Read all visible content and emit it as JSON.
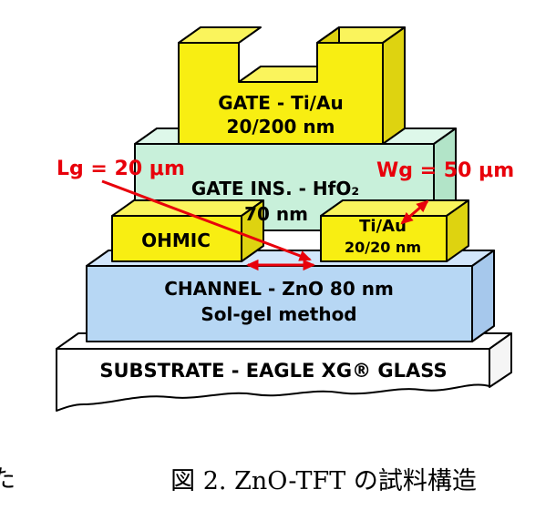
{
  "figure": {
    "caption": "図 2.  ZnO-TFT の試料構造",
    "margin_text": "た"
  },
  "diagram": {
    "colors": {
      "outline": "#000000",
      "yellow_front": "#f8ee12",
      "yellow_top": "#faf45c",
      "yellow_side": "#ded310",
      "green_front": "#c8f0da",
      "green_top": "#def8ea",
      "green_side": "#b2e4c8",
      "blue_front": "#b7d7f4",
      "blue_top": "#d2e6fb",
      "blue_side": "#a6c8ec",
      "substrate_front": "#ffffff",
      "substrate_top": "#ffffff",
      "substrate_side": "#f5f5f5",
      "annotation_red": "#e8000b"
    },
    "gate": {
      "line1": "GATE - Ti/Au",
      "line2": "20/200 nm"
    },
    "gate_insulator": {
      "line1": "GATE INS. - HfO₂",
      "line2": "70 nm"
    },
    "ohmic_contact": {
      "label": "OHMIC"
    },
    "top_contact": {
      "line1": "Ti/Au",
      "line2": "20/20 nm"
    },
    "channel": {
      "line1": "CHANNEL - ZnO 80 nm",
      "line2": "Sol-gel method"
    },
    "substrate": {
      "label": "SUBSTRATE - EAGLE XG® GLASS"
    },
    "annotations": {
      "gate_length": "Lg = 20 μm",
      "gate_width": "Wg = 50 μm"
    }
  }
}
